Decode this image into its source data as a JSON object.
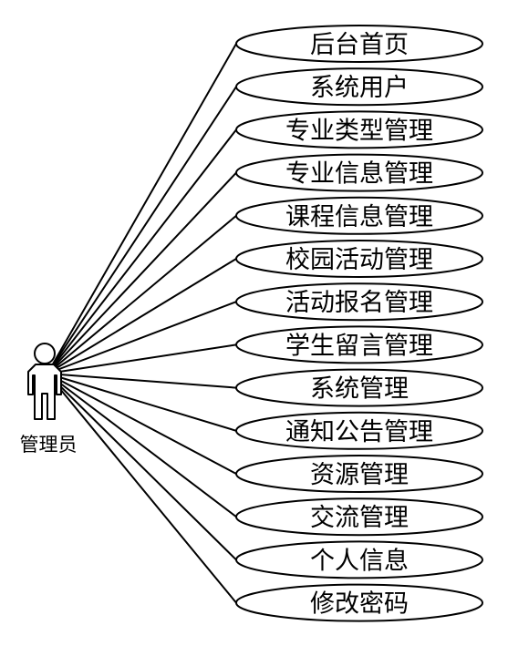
{
  "actor": {
    "label": "管理员",
    "icon": "person-icon"
  },
  "use_cases": [
    {
      "label": "后台首页"
    },
    {
      "label": "系统用户"
    },
    {
      "label": "专业类型管理"
    },
    {
      "label": "专业信息管理"
    },
    {
      "label": "课程信息管理"
    },
    {
      "label": "校园活动管理"
    },
    {
      "label": "活动报名管理"
    },
    {
      "label": "学生留言管理"
    },
    {
      "label": "系统管理"
    },
    {
      "label": "通知公告管理"
    },
    {
      "label": "资源管理"
    },
    {
      "label": "交流管理"
    },
    {
      "label": "个人信息"
    },
    {
      "label": "修改密码"
    }
  ],
  "colors": {
    "stroke": "#000000",
    "background": "#ffffff"
  }
}
